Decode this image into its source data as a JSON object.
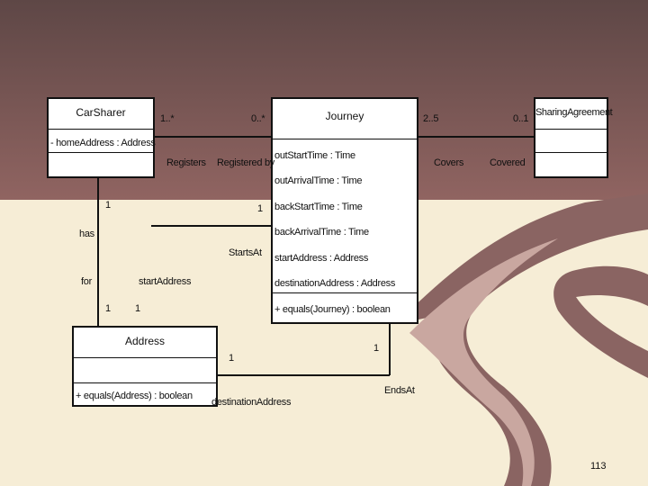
{
  "slide": {
    "page_number": "113"
  },
  "classes": {
    "carsharer": {
      "name": "CarSharer",
      "attributes": [
        "- homeAddress : Address"
      ]
    },
    "journey": {
      "name": "Journey",
      "attributes": [
        "outStartTime : Time",
        "outArrivalTime : Time",
        "backStartTime : Time",
        "backArrivalTime : Time",
        "startAddress : Address",
        "destinationAddress : Address"
      ],
      "operations": [
        "+ equals(Journey) : boolean"
      ]
    },
    "sharingagreement": {
      "name": "SharingAgreement"
    },
    "address": {
      "name": "Address",
      "operations": [
        "+ equals(Address) : boolean"
      ]
    }
  },
  "associations": {
    "carsharer_journey": {
      "mult_left": "1..*",
      "mult_right": "0..*",
      "role_left": "Registers",
      "role_right": "Registered by"
    },
    "journey_agreement": {
      "mult_left": "2..5",
      "mult_right": "0..1",
      "role_left": "Covers",
      "role_right": "Covered"
    },
    "carsharer_address": {
      "mult_top": "1",
      "mult_bottom": "1",
      "role_top": "has",
      "role_bottom": "for"
    },
    "starts_at": {
      "name": "StartsAt",
      "mult_journey": "1",
      "mult_address": "1",
      "role": "startAddress"
    },
    "ends_at": {
      "name": "EndsAt",
      "mult_journey": "1",
      "mult_address": "1",
      "role": "destinationAddress"
    }
  }
}
